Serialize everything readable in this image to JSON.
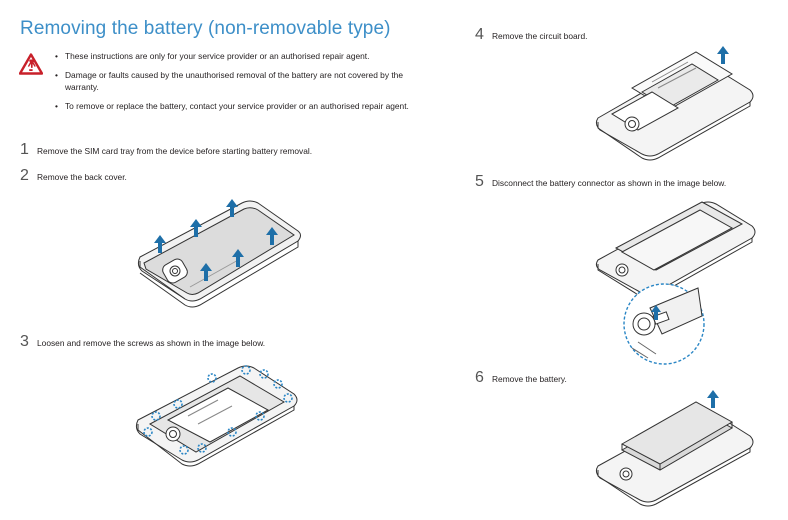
{
  "page": {
    "title": "Removing the battery (non-removable type)",
    "warning_icon": "warning-triangle-icon",
    "accent_color": "#3d8fc8",
    "arrow_color": "#1e6fa8"
  },
  "warnings": [
    "These instructions are only for your service provider or an authorised repair agent.",
    "Damage or faults caused by the unauthorised removal of the battery are not covered by the warranty.",
    "To remove or replace the battery, contact your service provider or an authorised repair agent."
  ],
  "steps": [
    {
      "num": "1",
      "text": "Remove the SIM card tray from the device before starting battery removal."
    },
    {
      "num": "2",
      "text": "Remove the back cover."
    },
    {
      "num": "3",
      "text": "Loosen and remove the screws as shown in the image below."
    },
    {
      "num": "4",
      "text": "Remove the circuit board."
    },
    {
      "num": "5",
      "text": "Disconnect the battery connector as shown in the image below."
    },
    {
      "num": "6",
      "text": "Remove the battery."
    }
  ]
}
